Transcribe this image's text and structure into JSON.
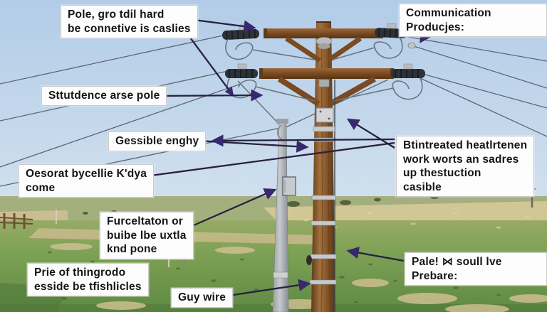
{
  "annotations": {
    "pole_ground": "Pole, gro tdil hard\nbe connetive is caslies",
    "communication": "Communication Producjes:",
    "sttutdence": "Sttutdence arse pole",
    "gessible": "Gessible enghy",
    "oesorat": "Oesorat bycellie K'dya\ncome",
    "btintreated": "Btintreated heatlrtenen\nwork worts an sadres\nup thestuction\ncasible",
    "furceltaton": "Furceltaton or\nbuibe lbe uxtla\nknd pone",
    "prie": "Prie of thingrodo\nesside be tfishlicles",
    "guy_wire": "Guy wire",
    "pale": "Pale! ⋈ soull lve Prebare:"
  },
  "colors": {
    "sky_top": "#b2cce8",
    "sky_bottom": "#d2e1ee",
    "grass_light": "#97ab66",
    "grass_dark": "#5e8a42",
    "dry_grass": "#d3c695",
    "wood_pole": "#8c5a2e",
    "metal_pole": "#b3b8bd",
    "arrow": "#38286e",
    "label_bg": "#fdfdfd",
    "label_text": "#141414"
  }
}
